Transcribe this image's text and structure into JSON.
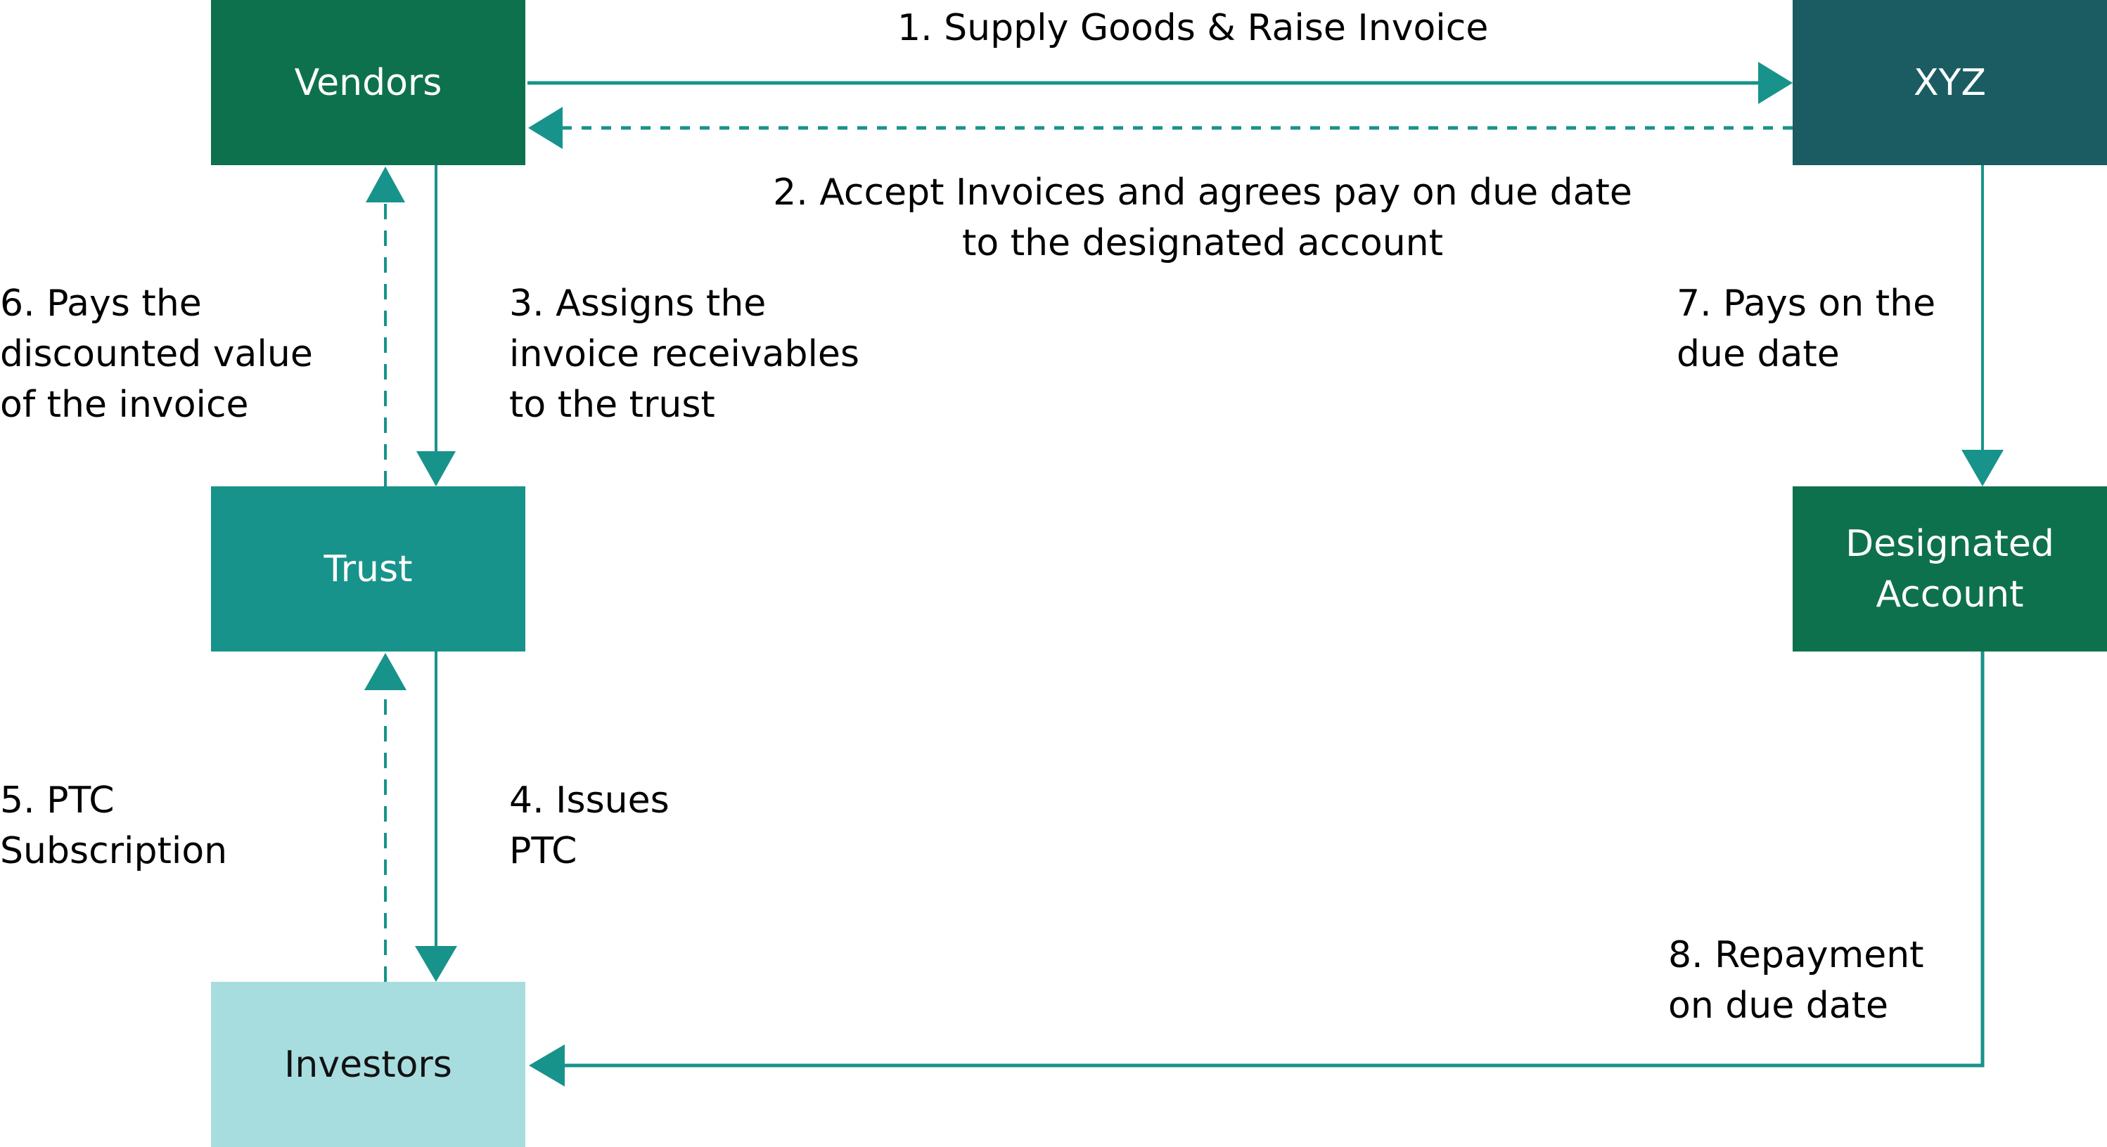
{
  "colors": {
    "vendors": "#0e714d",
    "xyz": "#1a5c62",
    "trust": "#18938b",
    "designated_account": "#0e714d",
    "investors": "#a8dde0",
    "arrow": "#18938b",
    "text": "#000000"
  },
  "nodes": {
    "vendors": {
      "label": "Vendors"
    },
    "xyz": {
      "label": "XYZ"
    },
    "trust": {
      "label": "Trust"
    },
    "designated_account": {
      "lines": [
        "Designated",
        "Account"
      ]
    },
    "investors": {
      "label": "Investors"
    }
  },
  "steps": {
    "s1": {
      "lines": [
        "1. Supply Goods & Raise Invoice"
      ],
      "from": "Vendors",
      "to": "XYZ",
      "style": "solid"
    },
    "s2": {
      "lines": [
        "2. Accept Invoices and agrees pay on due date",
        "to the designated account"
      ],
      "from": "XYZ",
      "to": "Vendors",
      "style": "dashed"
    },
    "s3": {
      "lines": [
        "3. Assigns the",
        "invoice receivables",
        "to the trust"
      ],
      "from": "Vendors",
      "to": "Trust",
      "style": "solid"
    },
    "s4": {
      "lines": [
        "4. Issues",
        "PTC"
      ],
      "from": "Trust",
      "to": "Investors",
      "style": "solid"
    },
    "s5": {
      "lines": [
        "5. PTC",
        "Subscription"
      ],
      "from": "Investors",
      "to": "Trust",
      "style": "dashed"
    },
    "s6": {
      "lines": [
        "6. Pays the",
        "discounted value",
        "of the invoice"
      ],
      "from": "Trust",
      "to": "Vendors",
      "style": "dashed"
    },
    "s7": {
      "lines": [
        "7. Pays on the",
        "due date"
      ],
      "from": "XYZ",
      "to": "Designated Account",
      "style": "solid"
    },
    "s8": {
      "lines": [
        "8. Repayment",
        "on due date"
      ],
      "from": "Designated Account",
      "to": "Investors",
      "style": "solid"
    }
  }
}
